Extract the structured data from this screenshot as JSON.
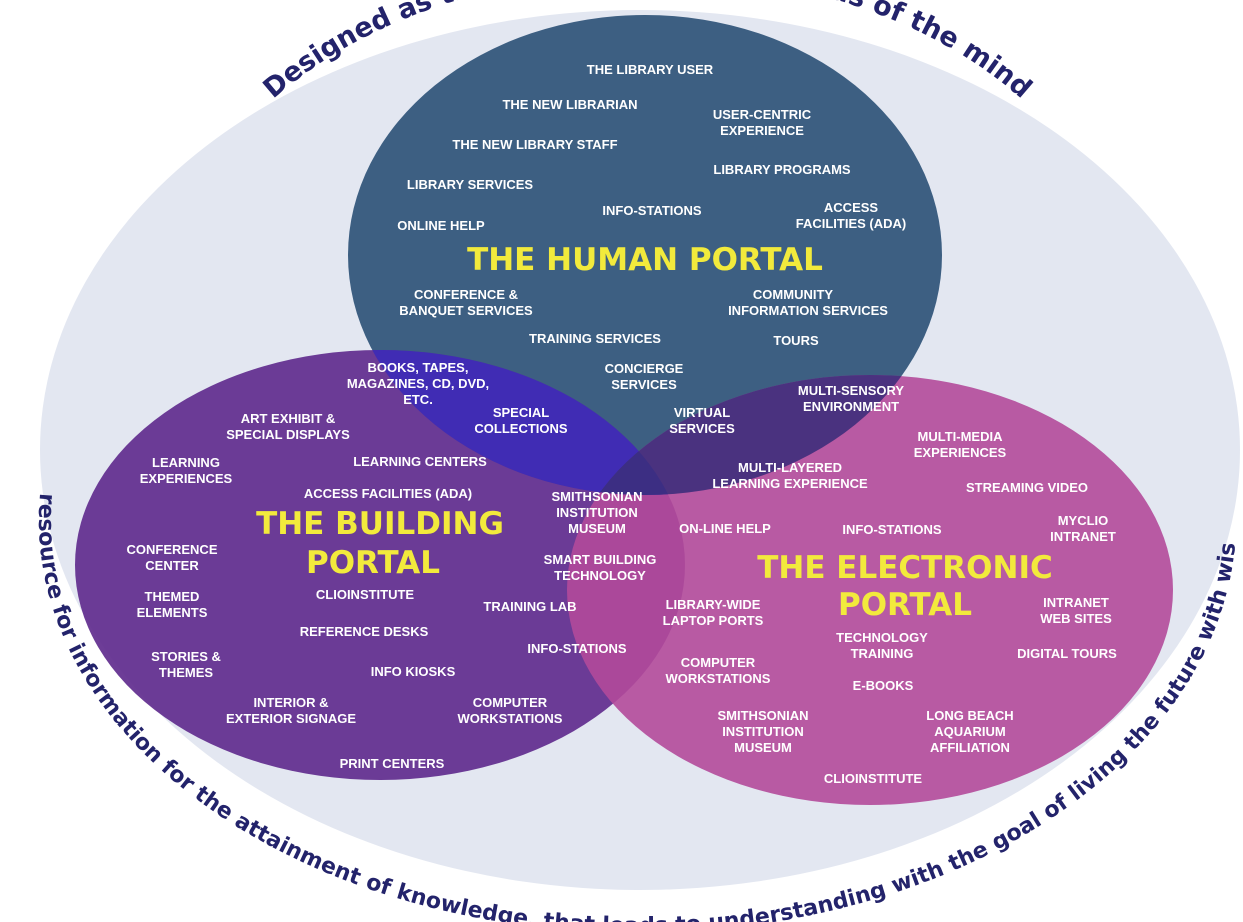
{
  "outer": {
    "top_text": "Designed as the true portal to the goods of the mind",
    "bottom_text": "The resource for information for the attainment of knowledge, that leads to understanding with the goal of living the future with wisdom"
  },
  "colors": {
    "outer_fill": "#e3e7f1",
    "human": "#3d5f82",
    "building": "#612c8e",
    "electronic": "#b24a9a",
    "overlap_hb": "#3b2bbb",
    "overlap_he": "#3a2e7a",
    "title": "#f2ea3c",
    "item": "#ffffff",
    "curved_text": "#23236b"
  },
  "human": {
    "title": "THE HUMAN PORTAL",
    "items": [
      "THE LIBRARY USER",
      "THE NEW LIBRARIAN",
      "USER-CENTRIC",
      "EXPERIENCE",
      "THE NEW LIBRARY STAFF",
      "LIBRARY PROGRAMS",
      "LIBRARY SERVICES",
      "ACCESS",
      "FACILITIES (ADA)",
      "INFO-STATIONS",
      "ONLINE HELP",
      "CONFERENCE &",
      "BANQUET SERVICES",
      "COMMUNITY",
      "INFORMATION SERVICES",
      "TRAINING SERVICES",
      "TOURS",
      "CONCIERGE",
      "SERVICES"
    ]
  },
  "building": {
    "title_line1": "THE BUILDING",
    "title_line2": "PORTAL",
    "items": [
      "BOOKS, TAPES,",
      "MAGAZINES, CD, DVD,",
      "ETC.",
      "ART EXHIBIT &",
      "SPECIAL DISPLAYS",
      "SPECIAL",
      "COLLECTIONS",
      "LEARNING",
      "EXPERIENCES",
      "LEARNING CENTERS",
      "ACCESS FACILITIES (ADA)",
      "CONFERENCE",
      "CENTER",
      "CLIOINSTITUTE",
      "THEMED",
      "ELEMENTS",
      "REFERENCE DESKS",
      "TRAINING LAB",
      "STORIES &",
      "THEMES",
      "INFO KIOSKS",
      "INFO-STATIONS",
      "INTERIOR &",
      "EXTERIOR SIGNAGE",
      "COMPUTER",
      "WORKSTATIONS",
      "PRINT CENTERS"
    ]
  },
  "center": {
    "items": [
      "SMITHSONIAN",
      "INSTITUTION",
      "MUSEUM",
      "SMART BUILDING",
      "TECHNOLOGY"
    ]
  },
  "electronic": {
    "title_line1": "THE ELECTRONIC",
    "title_line2": "PORTAL",
    "items": [
      "VIRTUAL",
      "SERVICES",
      "MULTI-SENSORY",
      "ENVIRONMENT",
      "MULTI-MEDIA",
      "EXPERIENCES",
      "MULTI-LAYERED",
      "LEARNING EXPERIENCE",
      "STREAMING VIDEO",
      "ON-LINE HELP",
      "INFO-STATIONS",
      "MYCLIO",
      "INTRANET",
      "LIBRARY-WIDE",
      "LAPTOP PORTS",
      "INTRANET",
      "WEB SITES",
      "TECHNOLOGY",
      "TRAINING",
      "DIGITAL TOURS",
      "COMPUTER",
      "WORKSTATIONS",
      "E-BOOKS",
      "SMITHSONIAN",
      "INSTITUTION",
      "MUSEUM",
      "LONG BEACH",
      "AQUARIUM",
      "AFFILIATION",
      "CLIOINSTITUTE"
    ]
  }
}
